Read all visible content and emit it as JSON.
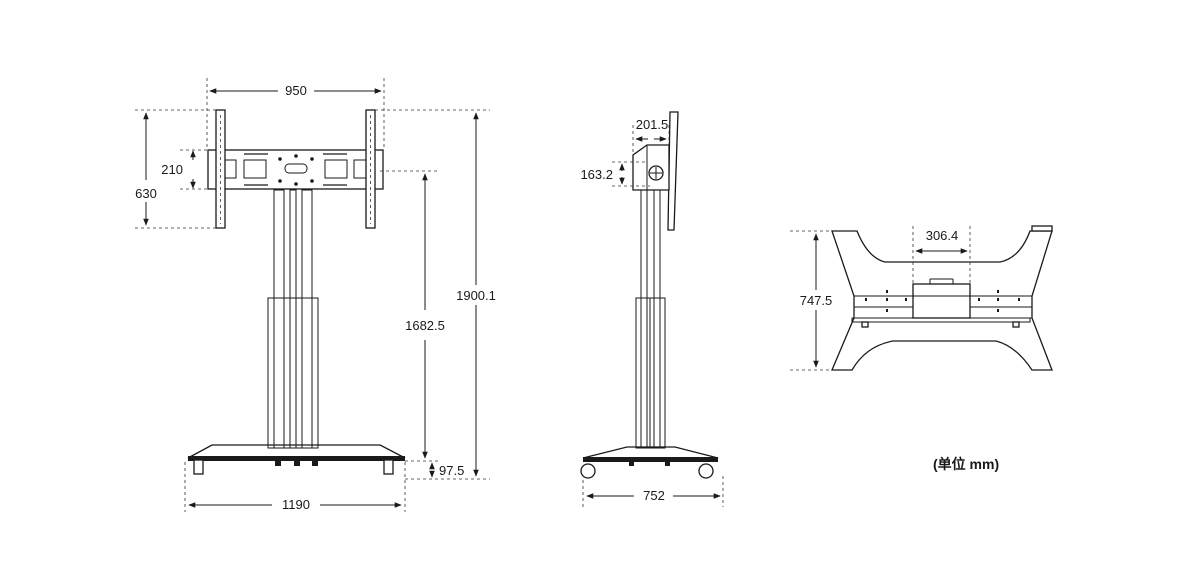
{
  "front_view": {
    "width_vesa": "950",
    "mount_height": "210",
    "bracket_height": "630",
    "mount_center_height": "1682.5",
    "total_height": "1900.1",
    "base_height": "97.5",
    "base_width": "1190"
  },
  "side_view": {
    "offset": "201.5",
    "bracket_depth": "163.2",
    "base_depth": "752"
  },
  "top_view": {
    "column_width": "306.4",
    "base_depth": "747.5"
  },
  "unit_note": "(单位 mm)",
  "colors": {
    "line": "#1a1a1a",
    "background": "#ffffff"
  }
}
